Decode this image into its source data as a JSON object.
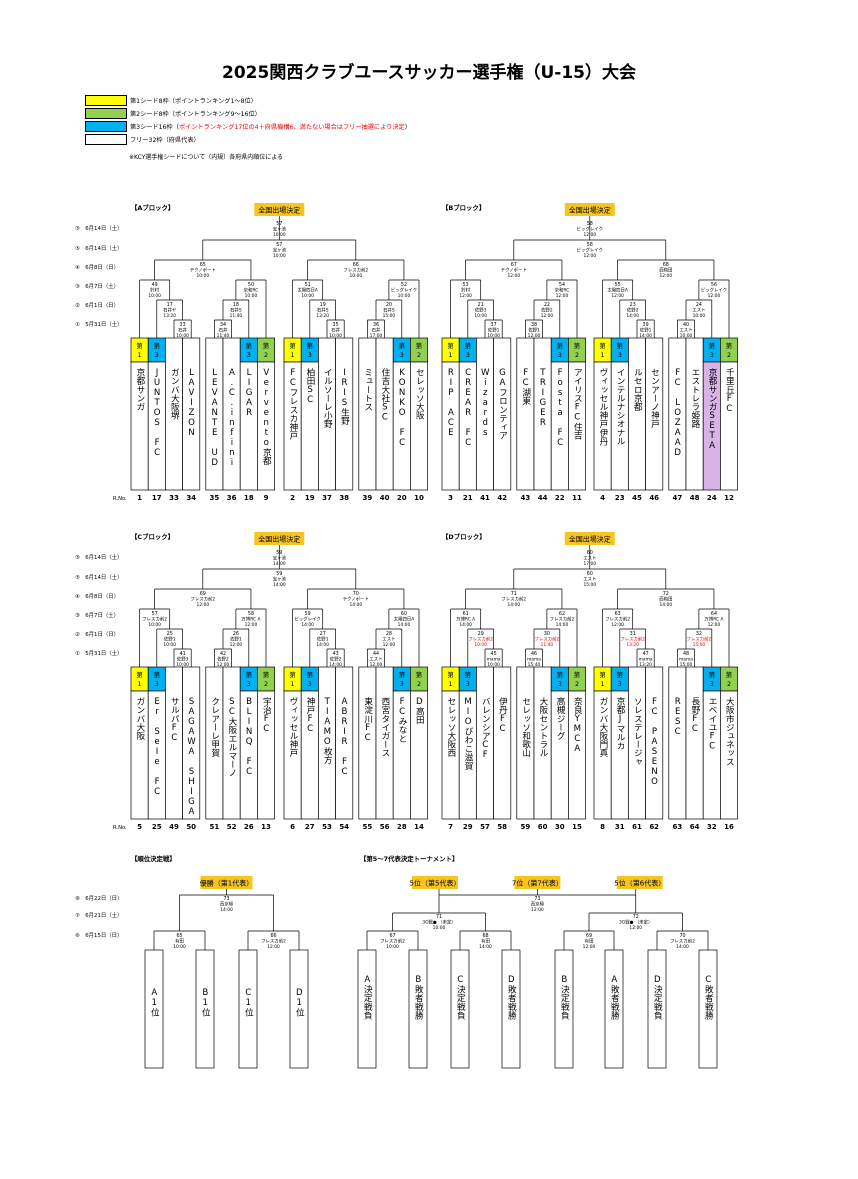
{
  "title": "2025関西クラブユースサッカー選手権（U-15）大会",
  "legend": [
    {
      "color": "#ffff00",
      "text": "第1シード8枠（ポイントランキング1〜8位）",
      "red": ""
    },
    {
      "color": "#92d050",
      "text": "第2シード8枠（ポイントランキング9〜16位）",
      "red": ""
    },
    {
      "color": "#00b0f0",
      "text": "第3シード16枠（",
      "red": "ポイントランキング17位の4＋府県機構6、満たない場合はフリー抽選により決定",
      "after": "）"
    },
    {
      "color": "#ffffff",
      "text": "フリー32枠（府県代表）",
      "red": ""
    }
  ],
  "note": "※KCY選手権シードについて（内規）各府県内順位による",
  "colors": {
    "seed1": "#ffff00",
    "seed2": "#92d050",
    "seed3": "#00b0f0",
    "highlight": "#d9b3e6",
    "badge": "#f7c520",
    "red": "#e00000"
  },
  "final_badge": "全国出場決定",
  "no_label": "R.No.",
  "top_blocks": [
    {
      "name": "【Aブロック】",
      "teams": [
        "京都サンガ",
        "JUNTOS FC",
        "ガンバ大阪堺",
        "LAVIZON",
        "LEVANTE UD",
        "A.C.infini",
        "LIGAR",
        "Vervento京都"
      ],
      "nos": [
        1,
        17,
        33,
        34,
        35,
        36,
        18,
        9
      ],
      "seeds": [
        "第1",
        "第3",
        "",
        "",
        "",
        "",
        "第3",
        "第2"
      ],
      "highlight": -1,
      "r1": [
        {
          "no": "33",
          "info": "石井 10:00"
        },
        {
          "no": "34",
          "info": "石井 11:40"
        }
      ],
      "r2": [
        {
          "no": "17",
          "info": "石井ヤ 13:20"
        },
        {
          "no": "18",
          "info": "石井S 11:40"
        }
      ],
      "r3": [
        {
          "no": "49",
          "info": "鈴村 10:00"
        },
        {
          "no": "50",
          "info": "京和RC 10:00"
        }
      ],
      "r4": {
        "no": "65",
        "info": "テクノポート 10:00"
      },
      "r5": {
        "no": "57",
        "info": "宝ヶ池 10:00"
      },
      "r6": {
        "no": "57",
        "info": "宝ヶ池 10:00"
      }
    },
    {
      "name": "",
      "teams": [
        "FCフレスカ神戸",
        "柏田SC",
        "イルソーレ小野",
        "IRIS生野",
        "ミュートス",
        "住吉大社SC",
        "KONKO FC",
        "セレッソ大阪"
      ],
      "nos": [
        2,
        19,
        37,
        38,
        39,
        40,
        20,
        10
      ],
      "seeds": [
        "第1",
        "第3",
        "",
        "",
        "",
        "",
        "第3",
        "第2"
      ],
      "highlight": -1,
      "r1": [
        {
          "no": "35",
          "info": "石井 10:00"
        },
        {
          "no": "36",
          "info": "石井 17:00"
        }
      ],
      "r2": [
        {
          "no": "19",
          "info": "石井S 13:20"
        },
        {
          "no": "20",
          "info": "石井S 15:00"
        }
      ],
      "r3": [
        {
          "no": "51",
          "info": "太陽四日A 10:00"
        },
        {
          "no": "52",
          "info": "ビッグレイク 10:00"
        }
      ],
      "r4": {
        "no": "66",
        "info": "フレスカ前2 10:00"
      },
      "r5": null,
      "r6": null
    },
    {
      "name": "【Bブロック】",
      "teams": [
        "RIP ACE",
        "CREAR FC",
        "Wizards",
        "GAフロンティア",
        "FC湖東",
        "TRIGER",
        "Fosta FC",
        "アイリスFC住吉"
      ],
      "nos": [
        3,
        21,
        41,
        42,
        43,
        44,
        22,
        11
      ],
      "seeds": [
        "第1",
        "第3",
        "",
        "",
        "",
        "",
        "第3",
        "第2"
      ],
      "highlight": -1,
      "r1": [
        {
          "no": "37",
          "info": "佐野1 10:00"
        },
        {
          "no": "38",
          "info": "佐野1 12:00"
        }
      ],
      "r2": [
        {
          "no": "21",
          "info": "佐野3 10:00"
        },
        {
          "no": "22",
          "info": "佐野2 12:00"
        }
      ],
      "r3": [
        {
          "no": "53",
          "info": "鈴村 12:00"
        },
        {
          "no": "54",
          "info": "京和RC 12:00"
        }
      ],
      "r4": {
        "no": "67",
        "info": "テクノポート 12:00"
      },
      "r5": {
        "no": "58",
        "info": "ビッグレイク 12:00"
      },
      "r6": {
        "no": "58",
        "info": "ビッグレイク 12:00"
      }
    },
    {
      "name": "",
      "teams": [
        "ヴィッセル神戸伊丹",
        "インテルナシオナル",
        "ルセロ京都",
        "センアーノ神戸",
        "FC LOZAAD",
        "エストレラ姫路",
        "京都サンガSETA",
        "千里丘FC"
      ],
      "nos": [
        4,
        23,
        45,
        46,
        47,
        48,
        24,
        12
      ],
      "seeds": [
        "第1",
        "第3",
        "",
        "",
        "",
        "",
        "第3",
        "第2"
      ],
      "highlight": 6,
      "r1": [
        {
          "no": "39",
          "info": "佐野1 14:00"
        },
        {
          "no": "40",
          "info": "エスト 10:00"
        }
      ],
      "r2": [
        {
          "no": "23",
          "info": "佐野2 14:00"
        },
        {
          "no": "24",
          "info": "エスト 10:00"
        }
      ],
      "r3": [
        {
          "no": "55",
          "info": "太陽四日A 12:00"
        },
        {
          "no": "56",
          "info": "ビッグレイク 12:00"
        }
      ],
      "r4": {
        "no": "68",
        "info": "西梅田 12:00"
      },
      "r5": null,
      "r6": null
    }
  ],
  "bottom_blocks": [
    {
      "name": "【Cブロック】",
      "teams": [
        "ガンバ大阪",
        "Er SeIe FC",
        "サルパFC",
        "SAGAWA SHIGA",
        "クレアーレ甲賀",
        "SC大阪エルマーノ",
        "BLINQ FC",
        "宇治FC"
      ],
      "nos": [
        5,
        25,
        49,
        50,
        51,
        52,
        26,
        13
      ],
      "seeds": [
        "第1",
        "第3",
        "",
        "",
        "",
        "",
        "第3",
        "第2"
      ],
      "highlight": -1,
      "r1": [
        {
          "no": "41",
          "info": "佐野3 10:00"
        },
        {
          "no": "42",
          "info": "佐野2 12:00"
        }
      ],
      "r2": [
        {
          "no": "25",
          "info": "佐野1 10:00"
        },
        {
          "no": "26",
          "info": "佐野1 12:00"
        }
      ],
      "r3": [
        {
          "no": "57",
          "info": "フレスカ前2 10:00"
        },
        {
          "no": "58",
          "info": "万博RC A 12:00"
        }
      ],
      "r4": {
        "no": "69",
        "info": "フレスカ前2 12:00"
      },
      "r5": {
        "no": "59",
        "info": "宝ヶ池 14:00"
      },
      "r6": {
        "no": "59",
        "info": "宝ヶ池 14:00"
      }
    },
    {
      "name": "",
      "teams": [
        "ヴィッセル神戸",
        "神戸FC",
        "TIAMO枚方",
        "ABRIR FC",
        "東淀川FC",
        "西宮タイガース",
        "FCみなと",
        "D高田"
      ],
      "nos": [
        6,
        27,
        53,
        54,
        55,
        56,
        28,
        14
      ],
      "seeds": [
        "第1",
        "第3",
        "",
        "",
        "",
        "",
        "第3",
        "第2"
      ],
      "highlight": -1,
      "r1": [
        {
          "no": "43",
          "info": "佐野2 14:00"
        },
        {
          "no": "44",
          "info": "エスト 12:00"
        }
      ],
      "r2": [
        {
          "no": "27",
          "info": "佐野1 14:00"
        },
        {
          "no": "28",
          "info": "エスト 12:00"
        }
      ],
      "r3": [
        {
          "no": "59",
          "info": "ビッグレイク 14:00"
        },
        {
          "no": "60",
          "info": "太陽四日A 14:00"
        }
      ],
      "r4": {
        "no": "70",
        "info": "テクノポート 14:00"
      },
      "r5": null,
      "r6": null
    },
    {
      "name": "【Dブロック】",
      "teams": [
        "セレッソ大阪西",
        "MIOびわこ滋賀",
        "バレンシアCF",
        "伊丹FC",
        "セレッソ和歌山",
        "大阪セントラル",
        "高槻ジーグ",
        "奈良YMCA"
      ],
      "nos": [
        7,
        29,
        57,
        58,
        59,
        60,
        30,
        15
      ],
      "seeds": [
        "第1",
        "第3",
        "",
        "",
        "",
        "",
        "第3",
        "第2"
      ],
      "highlight": -1,
      "r1": [
        {
          "no": "45",
          "info": "mama 10:00"
        },
        {
          "no": "46",
          "info": "mama 15:40"
        }
      ],
      "r2": [
        {
          "no": "29",
          "info": "フレスカ前2 10:00",
          "red": true
        },
        {
          "no": "30",
          "info": "フレスカ前2 11:40",
          "red": true
        }
      ],
      "r3": [
        {
          "no": "61",
          "info": "万博RC A 14:00"
        },
        {
          "no": "62",
          "info": "フレスカ前2 14:00"
        }
      ],
      "r4": {
        "no": "71",
        "info": "フレスカ前2 14:00"
      },
      "r5": {
        "no": "60",
        "info": "エスト 15:00"
      },
      "r6": {
        "no": "60",
        "info": "エスト 17:00"
      }
    },
    {
      "name": "",
      "teams": [
        "ガンバ大阪門真",
        "京都Jマルカ",
        "ソレステレージャ",
        "FC PASENO",
        "RESC",
        "長野FC",
        "エベイユFC",
        "大阪市ジュネッス"
      ],
      "nos": [
        8,
        31,
        61,
        62,
        63,
        64,
        32,
        16
      ],
      "seeds": [
        "第1",
        "第3",
        "",
        "",
        "",
        "",
        "第3",
        "第2"
      ],
      "highlight": -1,
      "r1": [
        {
          "no": "47",
          "info": "mama 13:20"
        },
        {
          "no": "48",
          "info": "mama 15:00"
        }
      ],
      "r2": [
        {
          "no": "31",
          "info": "フレスカ前2 13:20",
          "red": true
        },
        {
          "no": "32",
          "info": "フレスカ前2 15:00",
          "red": true
        }
      ],
      "r3": [
        {
          "no": "63",
          "info": "フレスカ前2 12:00"
        },
        {
          "no": "64",
          "info": "万博RC A 12:00"
        }
      ],
      "r4": {
        "no": "72",
        "info": "西梅田 14:00"
      },
      "r5": null,
      "r6": null
    }
  ],
  "top_dates": [
    "⑤　6月14日（土）",
    "⑤　6月14日（土）",
    "④　6月8日（日）",
    "③　6月7日（土）",
    "②　6月1日（日）",
    "①　5月31日（土）"
  ],
  "bottom_dates": [
    "⑤　6月14日（土）",
    "⑤　6月14日（土）",
    "④　6月8日（日）",
    "③　6月7日（土）",
    "②　6月1日（日）",
    "①　5月31日（土）"
  ],
  "place": {
    "name": "【順位決定戦】",
    "badge": "優勝（第1代表）",
    "final": {
      "no": "73",
      "info": "西京極 14:00"
    },
    "semi": [
      {
        "no": "65",
        "info": "有田 10:00"
      },
      {
        "no": "66",
        "info": "フレスカ前2 12:00"
      }
    ],
    "teams": [
      "A1位",
      "B1位",
      "C1位",
      "D1位"
    ]
  },
  "fifth": {
    "name": "【第5〜7代表決定トーナメント】",
    "badges": [
      "5位（第5代表）",
      "7位（第7代表）",
      "5位（第6代表）"
    ],
    "final": {
      "no": "73",
      "info": "西京極 12:00"
    },
    "semi_left": {
      "no": "71",
      "info": "3G戦● （未定） 10:00"
    },
    "semi_right": {
      "no": "72",
      "info": "3G戦● （未定） 12:00"
    },
    "qf": [
      {
        "no": "67",
        "info": "フレスカ前2 10:00"
      },
      {
        "no": "68",
        "info": "有田 14:00"
      },
      {
        "no": "69",
        "info": "有田 12:00"
      },
      {
        "no": "70",
        "info": "フレスカ前2 14:00"
      }
    ],
    "teams": [
      "A決定戦負",
      "B敗者戦勝",
      "C決定戦負",
      "D敗者戦勝",
      "B決定戦負",
      "A敗者戦勝",
      "D決定戦負",
      "C敗者戦勝"
    ]
  },
  "final_dates": [
    "⑧　6月22日（日）",
    "⑦　6月21日（土）",
    "⑥　6月15日（日）"
  ]
}
